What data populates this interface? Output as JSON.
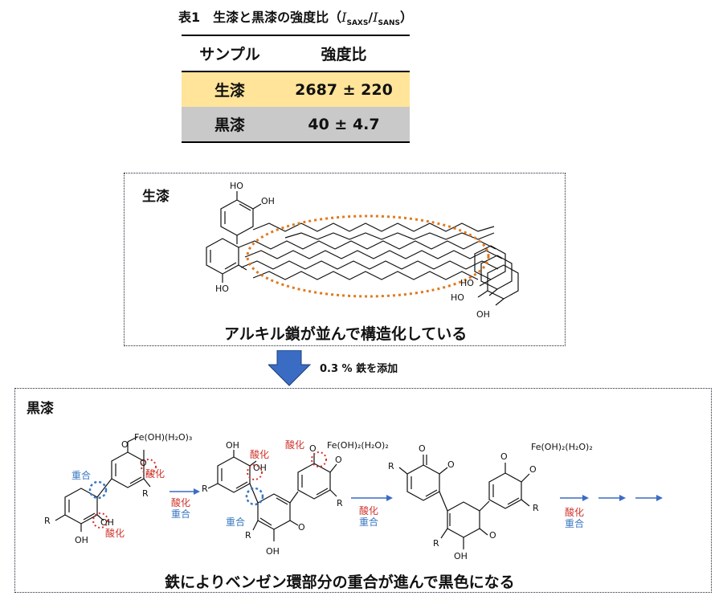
{
  "table": {
    "caption_prefix": "表1　生漆と黒漆の強度比（",
    "caption_I": "I",
    "caption_sub1": "SAXS",
    "caption_slash": "/",
    "caption_sub2": "SANS",
    "caption_suffix": "）",
    "headers": [
      "サンプル",
      "強度比"
    ],
    "rows": [
      {
        "sample": "生漆",
        "ratio": "2687 ± 220"
      },
      {
        "sample": "黒漆",
        "ratio": "40 ± 4.7"
      }
    ],
    "colors": {
      "raw_row": "#ffe49a",
      "black_row": "#c9c9c9"
    }
  },
  "raw_lacquer": {
    "title": "生漆",
    "caption": "アルキル鎖が並んで構造化している",
    "labels": {
      "ho1": "HO",
      "oh1": "OH",
      "ho2": "HO",
      "ho3": "HO",
      "ho4": "HO",
      "oh2": "OH"
    },
    "ellipse_color": "#e07a1f"
  },
  "transition": {
    "label": "0.3 % 鉄を添加",
    "arrow_color": "#3a6cc4"
  },
  "black_lacquer": {
    "title": "黒漆",
    "caption": "鉄によりベンゼン環部分の重合が進んで黒色になる",
    "molecule1": {
      "fe": "Fe(OH)(H₂O)₃",
      "o1": "O",
      "o2": "O",
      "r1": "R",
      "r2": "R",
      "oh1": "OH",
      "oh2": "OH",
      "polymerize": "重合",
      "oxidize1": "酸化",
      "oxidize2": "酸化"
    },
    "arrow1": {
      "oxidize": "酸化",
      "polymerize": "重合"
    },
    "molecule2": {
      "fe": "Fe(OH)₂(H₂O)₂",
      "oxidize_top": "酸化",
      "oxidize_left": "酸化",
      "oh1": "OH",
      "oh2": "OH",
      "r1": "R",
      "r2": "R",
      "r3": "R",
      "o1": "O",
      "o2": "O",
      "o3": "O",
      "polymerize": "重合"
    },
    "arrow2": {
      "oxidize": "酸化",
      "polymerize": "重合"
    },
    "molecule3": {
      "fe": "Fe(OH)₂(H₂O)₂",
      "o1": "O",
      "o2": "O",
      "o3": "O",
      "o4": "O",
      "o5": "O",
      "r1": "R",
      "r2": "R",
      "r3": "R",
      "oh": "OH"
    },
    "arrow3": {
      "oxidize": "酸化",
      "polymerize": "重合"
    },
    "colors": {
      "oxidize": "#d0342c",
      "polymerize": "#3a78c2"
    }
  }
}
